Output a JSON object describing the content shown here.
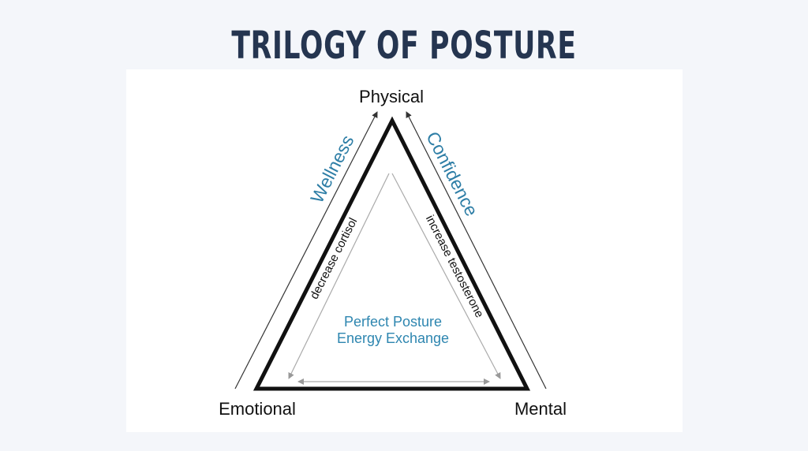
{
  "title": "TRILOGY OF POSTURE",
  "diagram": {
    "vertices": {
      "top": "Physical",
      "left": "Emotional",
      "right": "Mental"
    },
    "outer_left": "Wellness",
    "outer_right": "Confidence",
    "inner_left": "decrease cortisol",
    "inner_right": "increase testosterone",
    "center_line1": "Perfect Posture",
    "center_line2": "Energy Exchange"
  },
  "colors": {
    "title": "#253550",
    "accent": "#2e7ea6",
    "outline": "#111111"
  }
}
